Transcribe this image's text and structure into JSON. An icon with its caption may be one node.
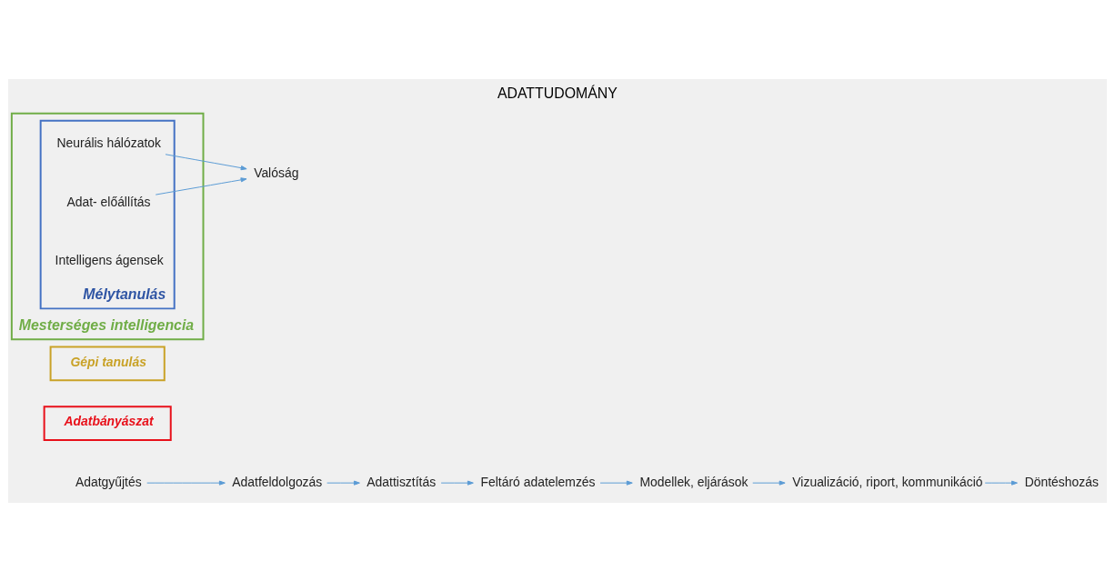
{
  "diagram": {
    "title": "ADATTUDOMÁNY",
    "nodes": [
      {
        "text": [
          "Döntéshozás"
        ]
      },
      {
        "text": [
          "Adatbányászat"
        ]
      },
      {
        "text": [
          "Gépi tanulás"
        ]
      },
      {
        "text": [
          "Mesterséges intelligencia"
        ]
      },
      {
        "text": [
          "Mélytanulás"
        ],
        "in": 3
      },
      {
        "text": [
          "Adatgyűjtés"
        ]
      },
      {
        "text": [
          "Adatfeldolgozás"
        ]
      },
      {
        "text": [
          "Adattisztítás"
        ]
      },
      {
        "text": [
          "Feltáró adatelemzés"
        ]
      },
      {
        "text": [
          "Modellek, eljárások"
        ]
      },
      {
        "text": [
          "Vizualizáció, riport, kommunikáció"
        ]
      },
      {
        "text": [
          "Neurális hálózatok"
        ],
        "in": 4
      },
      {
        "text": [
          "Adat- előállítás"
        ],
        "in": 4
      },
      {
        "text": [
          "Intelligens ágensek"
        ],
        "in": 4
      },
      {
        "text": [
          "Valóság"
        ]
      }
    ],
    "edges": [
      {
        "from": 5,
        "to": 6,
        "arrow": "to"
      },
      {
        "from": 6,
        "to": 7,
        "arrow": "to"
      },
      {
        "from": 7,
        "to": 8,
        "arrow": "to"
      },
      {
        "from": 8,
        "to": 9,
        "arrow": "to"
      },
      {
        "from": 9,
        "to": 10,
        "arrow": "to"
      },
      {
        "from": 10,
        "to": 0,
        "arrow": "to"
      },
      {
        "from": 11,
        "to": 14,
        "arrow": "to"
      },
      {
        "from": 12,
        "to": 14,
        "arrow": "to"
      }
    ]
  }
}
